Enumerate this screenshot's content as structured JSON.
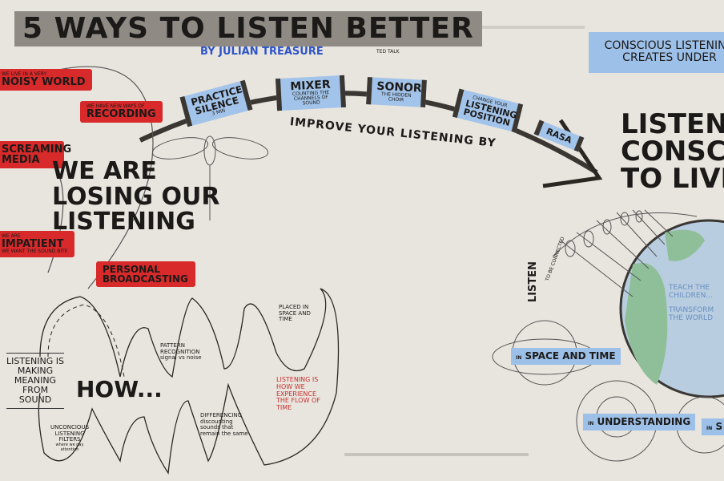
{
  "title": {
    "main": "5 WAYS TO LISTEN BETTER",
    "author": "BY JULIAN TREASURE",
    "source": "TED TALK"
  },
  "problems": {
    "heading": "WE ARE LOSING OUR LISTENING",
    "tags": [
      {
        "small": "WE LIVE IN A VERY",
        "big": "NOISY WORLD"
      },
      {
        "small": "WE HAVE NEW WAYS OF",
        "big": "RECORDING"
      },
      {
        "small": "",
        "big": "SCREAMING MEDIA"
      },
      {
        "small": "WE ARE",
        "big": "IMPATIENT",
        "note": "WE WANT THE SOUND BITE"
      },
      {
        "small": "",
        "big": "PERSONAL BROADCASTING"
      }
    ]
  },
  "improve": {
    "label": "IMPROVE YOUR LISTENING by",
    "ways": [
      {
        "title": "PRACTICE SILENCE",
        "sub": "3 min"
      },
      {
        "title": "MIXER",
        "sub": "COUNTING THE CHANNELS OF SOUND"
      },
      {
        "title": "SONOR",
        "sub": "THE HIDDEN CHOIR"
      },
      {
        "pre": "CHANGE YOUR",
        "title": "LISTENING POSITION",
        "sub": ""
      },
      {
        "title": "RASA",
        "sub": ""
      }
    ]
  },
  "how": {
    "heading": "HOW...",
    "definition": "LISTENING IS MAKING MEANING from SOUND",
    "pattern": {
      "title": "PATTERN RECOGNITION",
      "sub": "signal vs noise"
    },
    "placed": "PLACED IN SPACE AND TIME",
    "flow": "LISTENING IS HOW WE EXPERIENCE the FLOW of TIME",
    "differencing": {
      "title": "DIFFERENCING",
      "sub": "discounting sounds that remain the same"
    },
    "filters": {
      "title": "UNCONCIOUS LISTENING FILTERS",
      "sub": "where we pay attention"
    }
  },
  "conscious": {
    "banner": [
      "CONSCIOUS LISTENING",
      "CREATES UNDER"
    ],
    "heading": [
      "LISTEN",
      "CONSCIO",
      "TO LIVE"
    ],
    "globe_text": [
      "TEACH the CHILDREN...",
      "TRANSFORM the WORLD"
    ],
    "listen": "LISTEN",
    "connected": "to be CONNECTED",
    "in_tags": [
      {
        "pre": "IN",
        "text": "SPACE and TIME"
      },
      {
        "pre": "IN",
        "text": "UNDERSTANDING"
      },
      {
        "pre": "IN",
        "text": "S"
      }
    ]
  },
  "colors": {
    "paper": "#e8e4de",
    "red": "#d8292b",
    "blue": "#9dc0e8",
    "green": "#8fbf98",
    "ink": "#1c1a18"
  }
}
